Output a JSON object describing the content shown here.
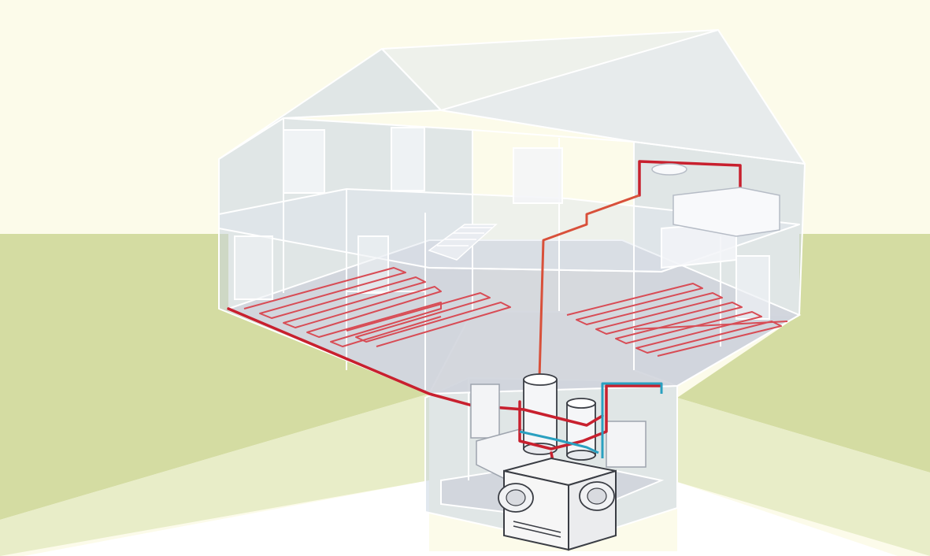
{
  "diagram": {
    "subject": "underfloor-heating-house-cutaway",
    "colors": {
      "sky": "#fcfbea",
      "lawn": "#d4dca2",
      "lawn_light": "#e8edc8",
      "path": "#ffffff",
      "glass": "#c9d5e2",
      "floor": "#cfd2da",
      "hot_pipe": "#c8202e",
      "cold_pipe": "#2aa0c0"
    },
    "components": [
      {
        "name": "house-shell",
        "icon": "house-icon"
      },
      {
        "name": "underfloor-heating-loops",
        "icon": "heating-coil-icon"
      },
      {
        "name": "hot-water-storage-tank",
        "icon": "tank-icon"
      },
      {
        "name": "secondary-tank",
        "icon": "tank-icon"
      },
      {
        "name": "heat-pump-unit",
        "icon": "heat-pump-icon"
      },
      {
        "name": "bathroom-radiator-circuit",
        "icon": "pipe-icon"
      },
      {
        "name": "bathtub",
        "icon": "bathtub-icon"
      },
      {
        "name": "washbasin",
        "icon": "sink-icon"
      }
    ]
  }
}
